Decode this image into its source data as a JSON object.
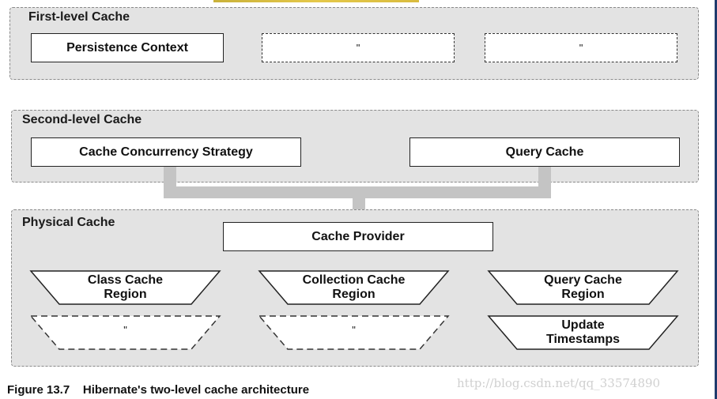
{
  "first_level": {
    "title": "First-level Cache",
    "persistence_context": "Persistence Context",
    "ditto_1": "\"",
    "ditto_2": "\""
  },
  "second_level": {
    "title": "Second-level Cache",
    "concurrency_strategy": "Cache Concurrency Strategy",
    "query_cache": "Query Cache"
  },
  "physical": {
    "title": "Physical Cache",
    "cache_provider": "Cache Provider",
    "regions": {
      "class_cache_region": "Class Cache\nRegion",
      "collection_cache_region": "Collection Cache\nRegion",
      "query_cache_region": "Query Cache\nRegion",
      "ditto_1": "\"",
      "ditto_2": "\"",
      "update_timestamps": "Update\nTimestamps"
    }
  },
  "caption": "Figure 13.7    Hibernate's two-level cache architecture",
  "watermark": "http://blog.csdn.net/qq_33574890",
  "colors": {
    "panel_bg": "#e3e3e3",
    "connector": "#c4c4c4",
    "box_bg": "#ffffff",
    "border": "#222222"
  }
}
